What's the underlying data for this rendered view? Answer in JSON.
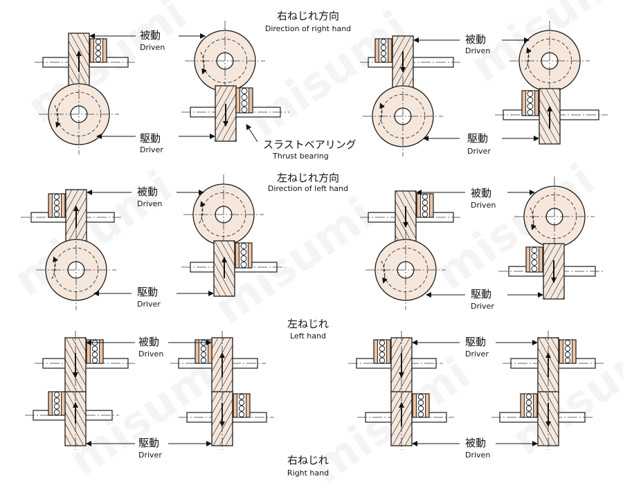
{
  "colors": {
    "gear_fill": "#f6e7dc",
    "bearing_fill": "#eec4a4",
    "outline": "#1a1a1a",
    "watermark": "#9a9a9a"
  },
  "watermark_text": "misumi",
  "sections": {
    "right_hand_direction": {
      "ja": "右ねじれ方向",
      "en": "Direction of right hand"
    },
    "left_hand_direction": {
      "ja": "左ねじれ方向",
      "en": "Direction of left hand"
    },
    "left_hand": {
      "ja": "左ねじれ",
      "en": "Left hand"
    },
    "right_hand": {
      "ja": "右ねじれ",
      "en": "Right hand"
    }
  },
  "labels": {
    "driven": {
      "ja": "被動",
      "en": "Driven"
    },
    "driver": {
      "ja": "駆動",
      "en": "Driver"
    },
    "thrust_bearing": {
      "ja": "スラストベアリング",
      "en": "Thrust bearing"
    }
  },
  "icons": {
    "arrow": "thrust-direction-arrow-icon",
    "rotation": "rotation-direction-icon",
    "bearing": "thrust-bearing-icon"
  }
}
